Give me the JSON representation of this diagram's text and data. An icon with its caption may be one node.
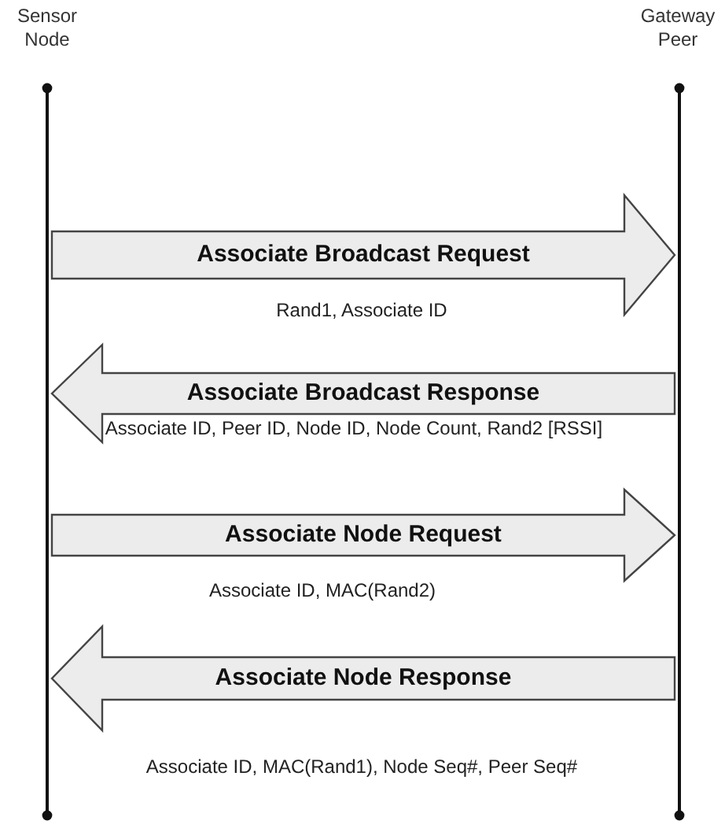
{
  "diagram": {
    "nodes": [
      {
        "text": [],
        "shape": "bar",
        "beside": [
          "Sensor Node"
        ]
      },
      {
        "text": [],
        "shape": "bar",
        "beside": [
          "Gateway Peer"
        ]
      }
    ],
    "edges": [
      {
        "from": 0,
        "to": 1,
        "arrow": "to",
        "label": "Associate Broadcast Request"
      },
      {
        "from": 1,
        "to": 0,
        "arrow": "to",
        "label": "Associate Broadcast Response"
      },
      {
        "from": 0,
        "to": 1,
        "arrow": "to",
        "label": "Associate Node Request"
      },
      {
        "from": 1,
        "to": 0,
        "arrow": "to",
        "label": "Associate Node Response"
      }
    ],
    "labels": [
      "Rand1, Associate ID",
      "Associate ID, Peer ID, Node ID, Node Count, Rand2 [RSSI]",
      "Associate ID, MAC(Rand2)",
      "Associate ID, MAC(Rand1), Node Seq#, Peer Seq#"
    ]
  }
}
